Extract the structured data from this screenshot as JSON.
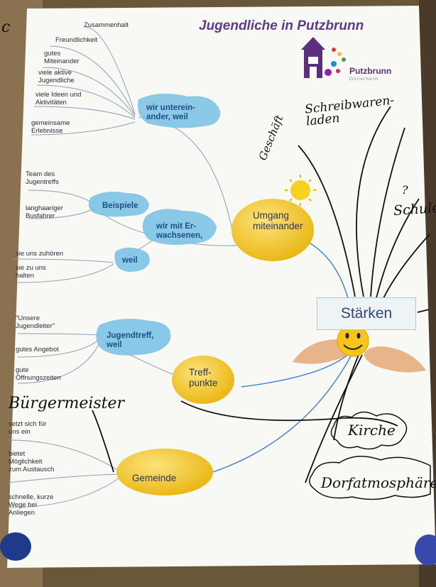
{
  "title": "Jugendliche in Putzbrunn",
  "logo": {
    "name": "Putzbrunn",
    "sub": "Ostlerheim"
  },
  "center": "Stärken",
  "branches": {
    "umgang": {
      "label": "Umgang\nmiteinander",
      "untereinander": {
        "label": "wir unterein-\nander, weil",
        "items": [
          "Zusammenhalt",
          "Freundlichkeit",
          "gutes\nMiteinander",
          "viele aktive\nJugendliche",
          "viele Ideen und\nAktivitäten",
          "gemeinsame\nErlebnisse"
        ]
      },
      "erwachsene": {
        "label": "wir mit Er-\nwachsenen,",
        "beispiele": {
          "label": "Beispiele",
          "items": [
            "Team des\nJugentreffs",
            "langhaariger\nBusfahrer"
          ]
        },
        "weil": {
          "label": "weil",
          "items": [
            "sie uns zuhören",
            "sie zu uns\nhalten"
          ]
        }
      }
    },
    "treffpunkte": {
      "label": "Treff-\npunkte",
      "jugendtreff": {
        "label": "Jugendtreff,\nweil",
        "items": [
          "\"Unsere\nJugendleiter\"",
          "gutes Angebot",
          "gute\nÖffnungszeiten"
        ]
      }
    },
    "gemeinde": {
      "label": "Gemeinde",
      "items": [
        "setzt sich für\nuns ein",
        "bietet\nMöglichkeit\nzum Austausch",
        "schnelle, kurze\nWege bei\nAnliegen"
      ]
    }
  },
  "handwritten": {
    "schreibwaren": "Schreibwaren-\nladen",
    "geschaeft": "Geschäft",
    "q": "?",
    "schule": "Schule",
    "buergermeister": "Bürgermeister",
    "kirche": "Kirche",
    "dorf": "Dorfatmosphäre",
    "margin_c": "c"
  },
  "colors": {
    "title": "#5c3a8e",
    "blue_bubble": "#7ec3e6",
    "yellow": "#f2c318",
    "paper": "#f8f8f4"
  }
}
